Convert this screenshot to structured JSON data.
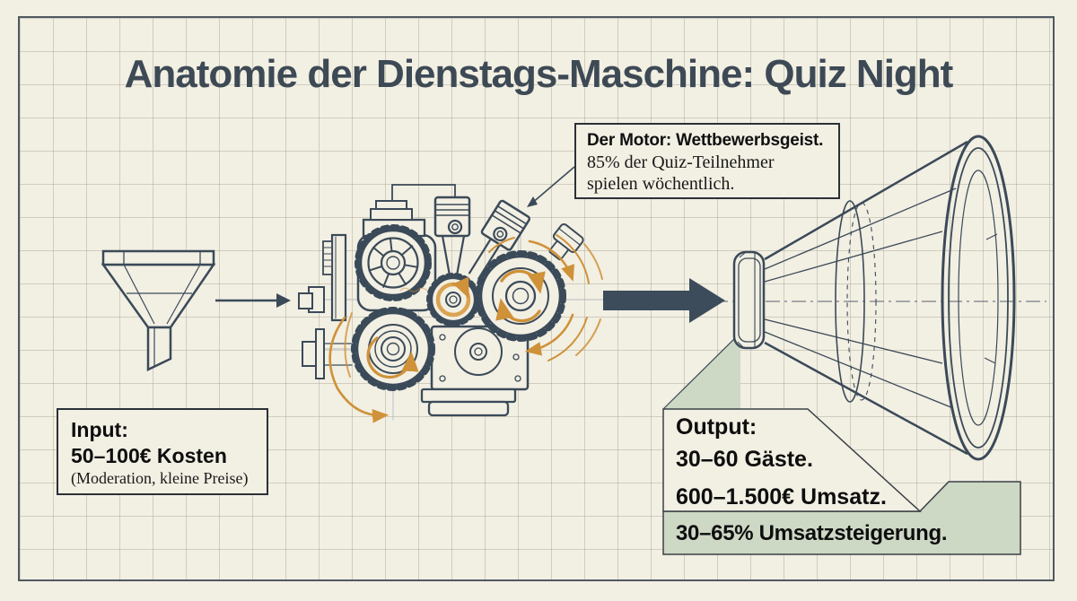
{
  "title": "Anatomie der Dienstags-Maschine: Quiz Night",
  "motor_callout": {
    "heading": "Der Motor: Wettbewerbsgeist.",
    "line1": "85% der Quiz-Teilnehmer",
    "line2": "spielen wöchentlich."
  },
  "input_box": {
    "heading": "Input:",
    "line1": "50–100€ Kosten",
    "line2": "(Moderation, kleine Preise)"
  },
  "output_box": {
    "heading": "Output:",
    "line1": "30–60 Gäste.",
    "line2": "600–1.500€ Umsatz.",
    "banner": "30–65% Umsatzsteigerung."
  },
  "icons": {
    "input_stage": "funnel-icon",
    "machine_stage": "engine-gears-icon",
    "output_stage": "megaphone-icon",
    "small_flow_arrow": "flow-arrow-icon",
    "large_flow_arrow": "big-flow-arrow-icon",
    "callout_pointer": "callout-arrow-icon"
  },
  "colors": {
    "background": "#f2efe3",
    "ink": "#3b4a58",
    "accent_orange": "#cf9239",
    "accent_green": "#cdd8c5",
    "arrow": "#3d4c5a",
    "text": "#0e0e0e",
    "frame": "#4f5960"
  }
}
